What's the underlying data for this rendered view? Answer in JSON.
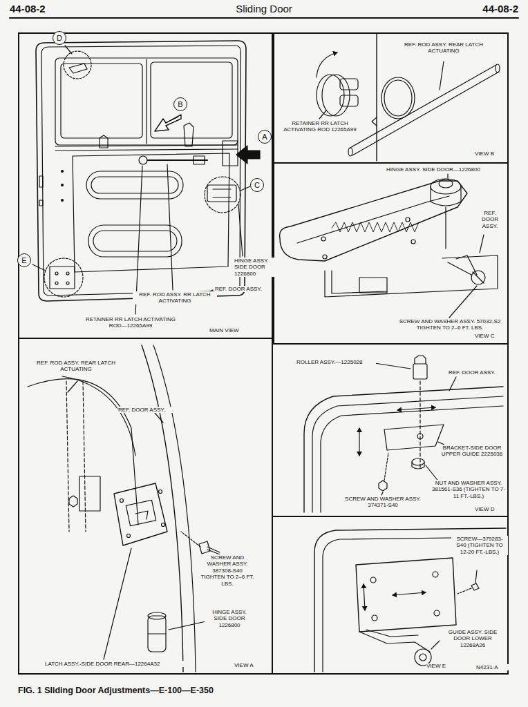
{
  "diagram": {
    "title": "Sliding Door",
    "caption": "FIG. 1 Sliding Door Adjustments—E-100—E-350",
    "nodes": [
      {
        "text": [
          "MAIN VIEW"
        ]
      },
      {
        "text": [
          "VIEW B"
        ]
      },
      {
        "text": [
          "VIEW C"
        ]
      },
      {
        "text": [
          "VIEW A"
        ]
      },
      {
        "text": [
          "VIEW D"
        ]
      },
      {
        "text": [
          "VIEW E"
        ]
      }
    ],
    "labels": [
      "44-08-2",
      "44-08-2",
      "D",
      "B",
      "A",
      "C",
      "E",
      "HINGE ASSY. SIDE DOOR 1226800",
      "REF. DOOR ASSY.",
      "REF. ROD ASSY. RR LATCH ACTIVATING",
      "RETAINER RR LATCH ACTIVATING ROD—12265A99",
      "REF. ROD ASSY. REAR LATCH ACTUATING",
      "RETAINER RR LATCH ACTIVATING ROD 12265A99",
      "HINGE ASSY. SIDE DOOR—1226800",
      "REF. DOOR ASSY.",
      "SCREW AND WASHER ASSY. 57032-S2 TIGHTEN TO 2–6 FT. LBS.",
      "REF. ROD ASSY. REAR LATCH ACTUATING",
      "REF. DOOR ASSY.",
      "SCREW AND WASHER ASSY. 387308-S40 TIGHTEN TO 2–6 FT. LBS.",
      "HINGE ASSY. SIDE DOOR 1226800",
      "LATCH ASSY.-SIDE DOOR REAR—12264A32",
      "ROLLER ASSY.—1225028",
      "REF. DOOR ASSY.",
      "BRACKET-SIDE DOOR UPPER GUIDE 2225036",
      "NUT AND WASHER ASSY. 381561-S36 (TIGHTEN TO 7-11 FT.-LBS.)",
      "SCREW AND WASHER ASSY. 374371-S40",
      "SCREW—379283-S40 (TIGHTEN TO 12-20 FT.-LBS.)",
      "GUIDE ASSY. SIDE DOOR LOWER 12268A26",
      "N4231-A"
    ]
  }
}
